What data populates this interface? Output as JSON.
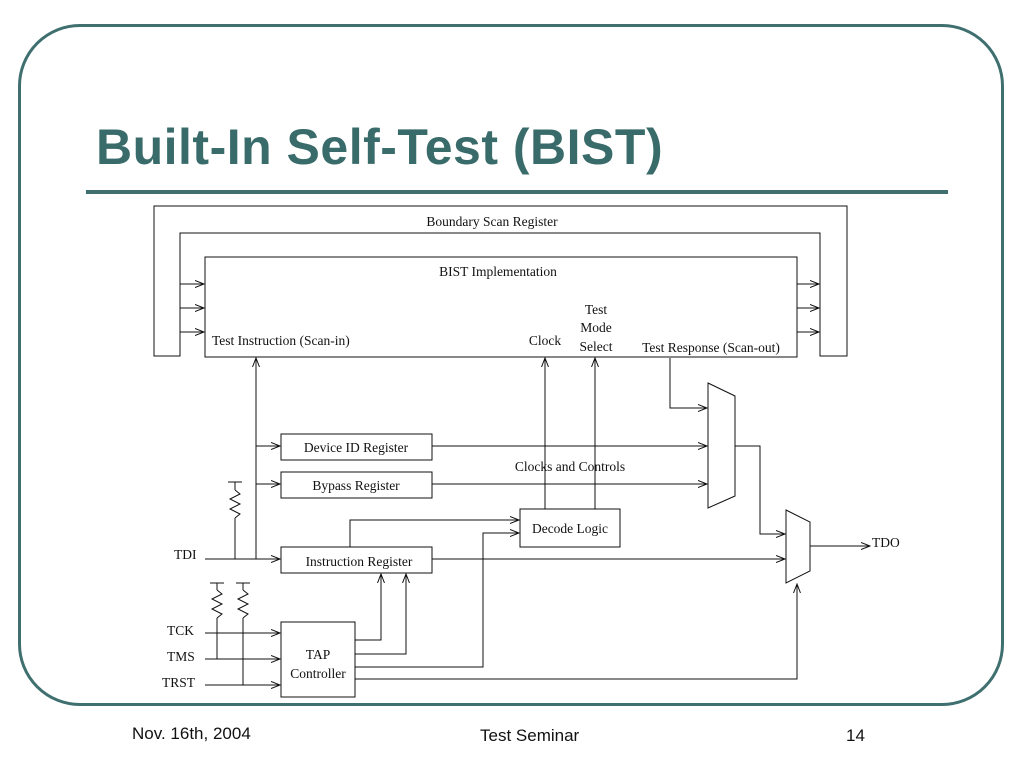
{
  "slide": {
    "title": "Built-In Self-Test (BIST)",
    "footer_date": "Nov. 16th, 2004",
    "footer_center": "Test Seminar",
    "page_number": "14",
    "accent_color": "#3a6b6b"
  },
  "diagram": {
    "boundary_scan": "Boundary Scan Register",
    "bist_impl": "BIST Implementation",
    "test_instruction": "Test Instruction (Scan-in)",
    "clock": "Clock",
    "tms_line1": "Test",
    "tms_line2": "Mode",
    "tms_line3": "Select",
    "test_response": "Test Response (Scan-out)",
    "device_id": "Device ID Register",
    "bypass": "Bypass Register",
    "clocks_controls": "Clocks and Controls",
    "decode_logic": "Decode Logic",
    "instruction_reg": "Instruction Register",
    "tap_line1": "TAP",
    "tap_line2": "Controller",
    "tdi": "TDI",
    "tck": "TCK",
    "tms": "TMS",
    "trst": "TRST",
    "tdo": "TDO"
  }
}
